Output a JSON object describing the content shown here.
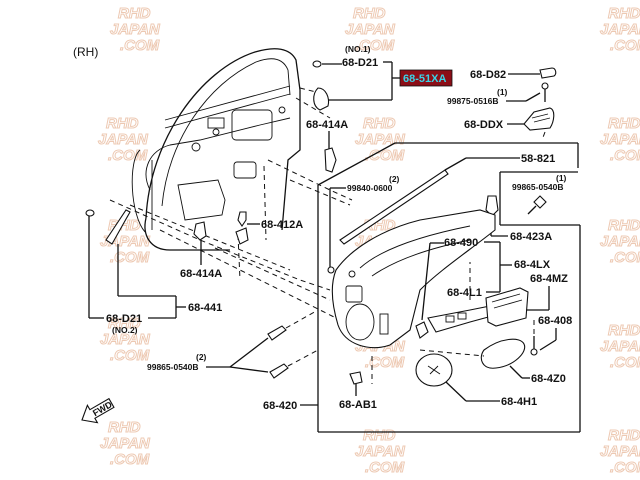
{
  "side_label": "(RH)",
  "highlight": {
    "code": "68-51XA",
    "bg": "#8b0e17",
    "fg": "#39d4e8"
  },
  "labels": {
    "no1": "(NO.1)",
    "d21_top": "68-D21",
    "d82": "68-D82",
    "qty1_a": "(1)",
    "bolt_99875": "99875-0516B",
    "ddx": "68-DDX",
    "414a_top": "68-414A",
    "58_821": "58-821",
    "qty2_a": "(2)",
    "clip_99840": "99840-0600",
    "qty1_b": "(1)",
    "screw_99865_a": "99865-0540B",
    "412a": "68-412A",
    "423a": "68-423A",
    "490": "68-490",
    "4lx": "68-4LX",
    "414a_bottom": "68-414A",
    "4mz": "68-4MZ",
    "4l1": "68-4L1",
    "408": "68-408",
    "441": "68-441",
    "d21_bottom": "68-D21",
    "no2": "(NO.2)",
    "qty2_b": "(2)",
    "screw_99865_b": "99865-0540B",
    "4z0": "68-4Z0",
    "420": "68-420",
    "ab1": "68-AB1",
    "4h1": "68-4H1",
    "fwd": "FWD"
  },
  "watermark": {
    "line1": "RHD",
    "line2": "JAPAN",
    "line3": ".COM"
  }
}
